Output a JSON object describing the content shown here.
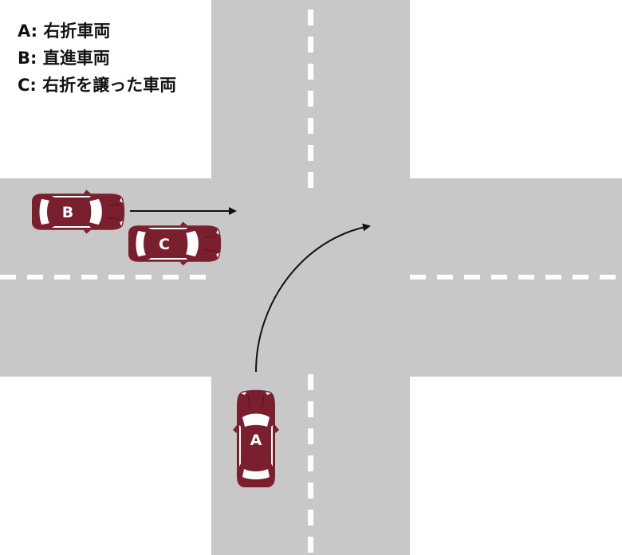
{
  "legend": [
    {
      "key": "A:",
      "text": "右折車両"
    },
    {
      "key": "B:",
      "text": "直進車両"
    },
    {
      "key": "C:",
      "text": "右折を譲った車両"
    }
  ],
  "cars": {
    "a": {
      "label": "A"
    },
    "b": {
      "label": "B"
    },
    "c": {
      "label": "C"
    }
  },
  "colors": {
    "road": "#c8c8c8",
    "lane_marking": "#ffffff",
    "car_body": "#7a1f2e",
    "car_glass": "#ffffff",
    "car_label": "#ffffff",
    "arrow": "#111111",
    "background": "#ffffff"
  }
}
